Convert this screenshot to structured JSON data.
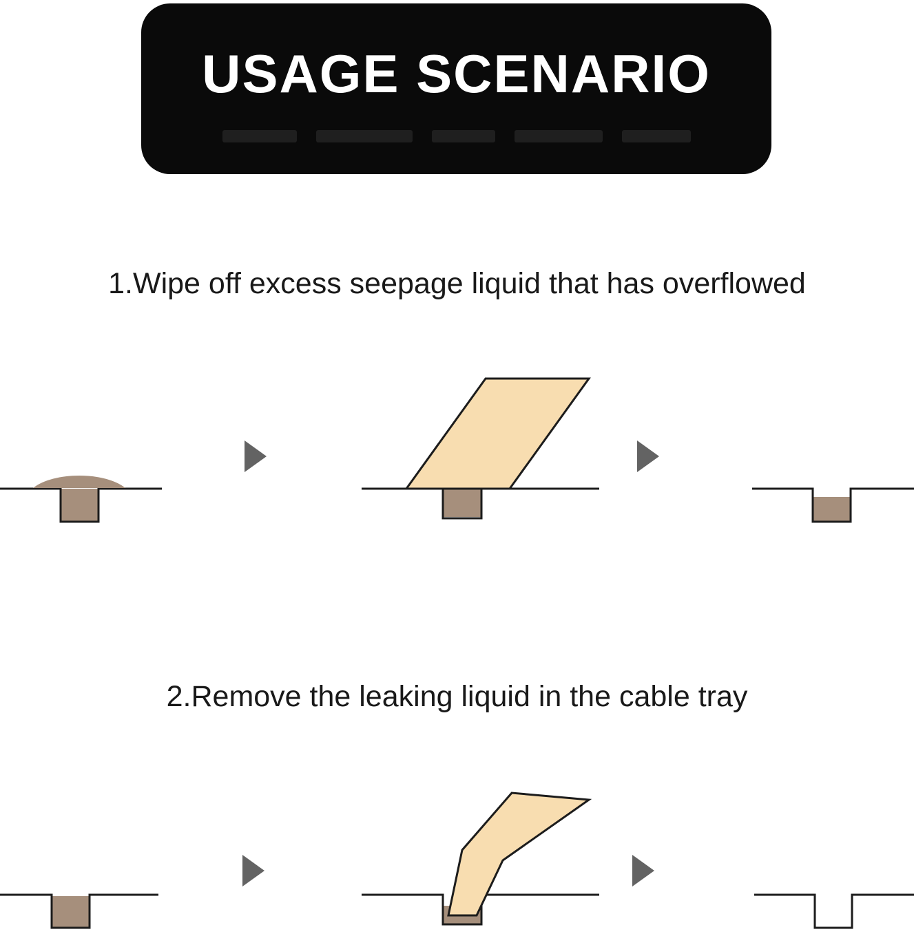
{
  "banner": {
    "title": "USAGE SCENARIO"
  },
  "steps": [
    {
      "label": "1.Wipe off excess seepage liquid that has overflowed"
    },
    {
      "label": "2.Remove the leaking liquid in the cable tray"
    }
  ],
  "icons": {
    "arrow": "right-arrow-icon",
    "step1_sequence": [
      "channel-with-overflowing-liquid",
      "squeegee-wiping-channel",
      "channel-liquid-below-rim"
    ],
    "step2_sequence": [
      "channel-filled-with-liquid",
      "bent-squeegee-inside-channel",
      "empty-channel"
    ]
  },
  "colors": {
    "background": "#ffffff",
    "banner_bg": "#0a0a0a",
    "banner_text": "#ffffff",
    "heading_text": "#191919",
    "liquid": "#a68f7c",
    "blade": "#f8ddb0",
    "outline": "#1c1c1c",
    "arrow": "#636363"
  }
}
